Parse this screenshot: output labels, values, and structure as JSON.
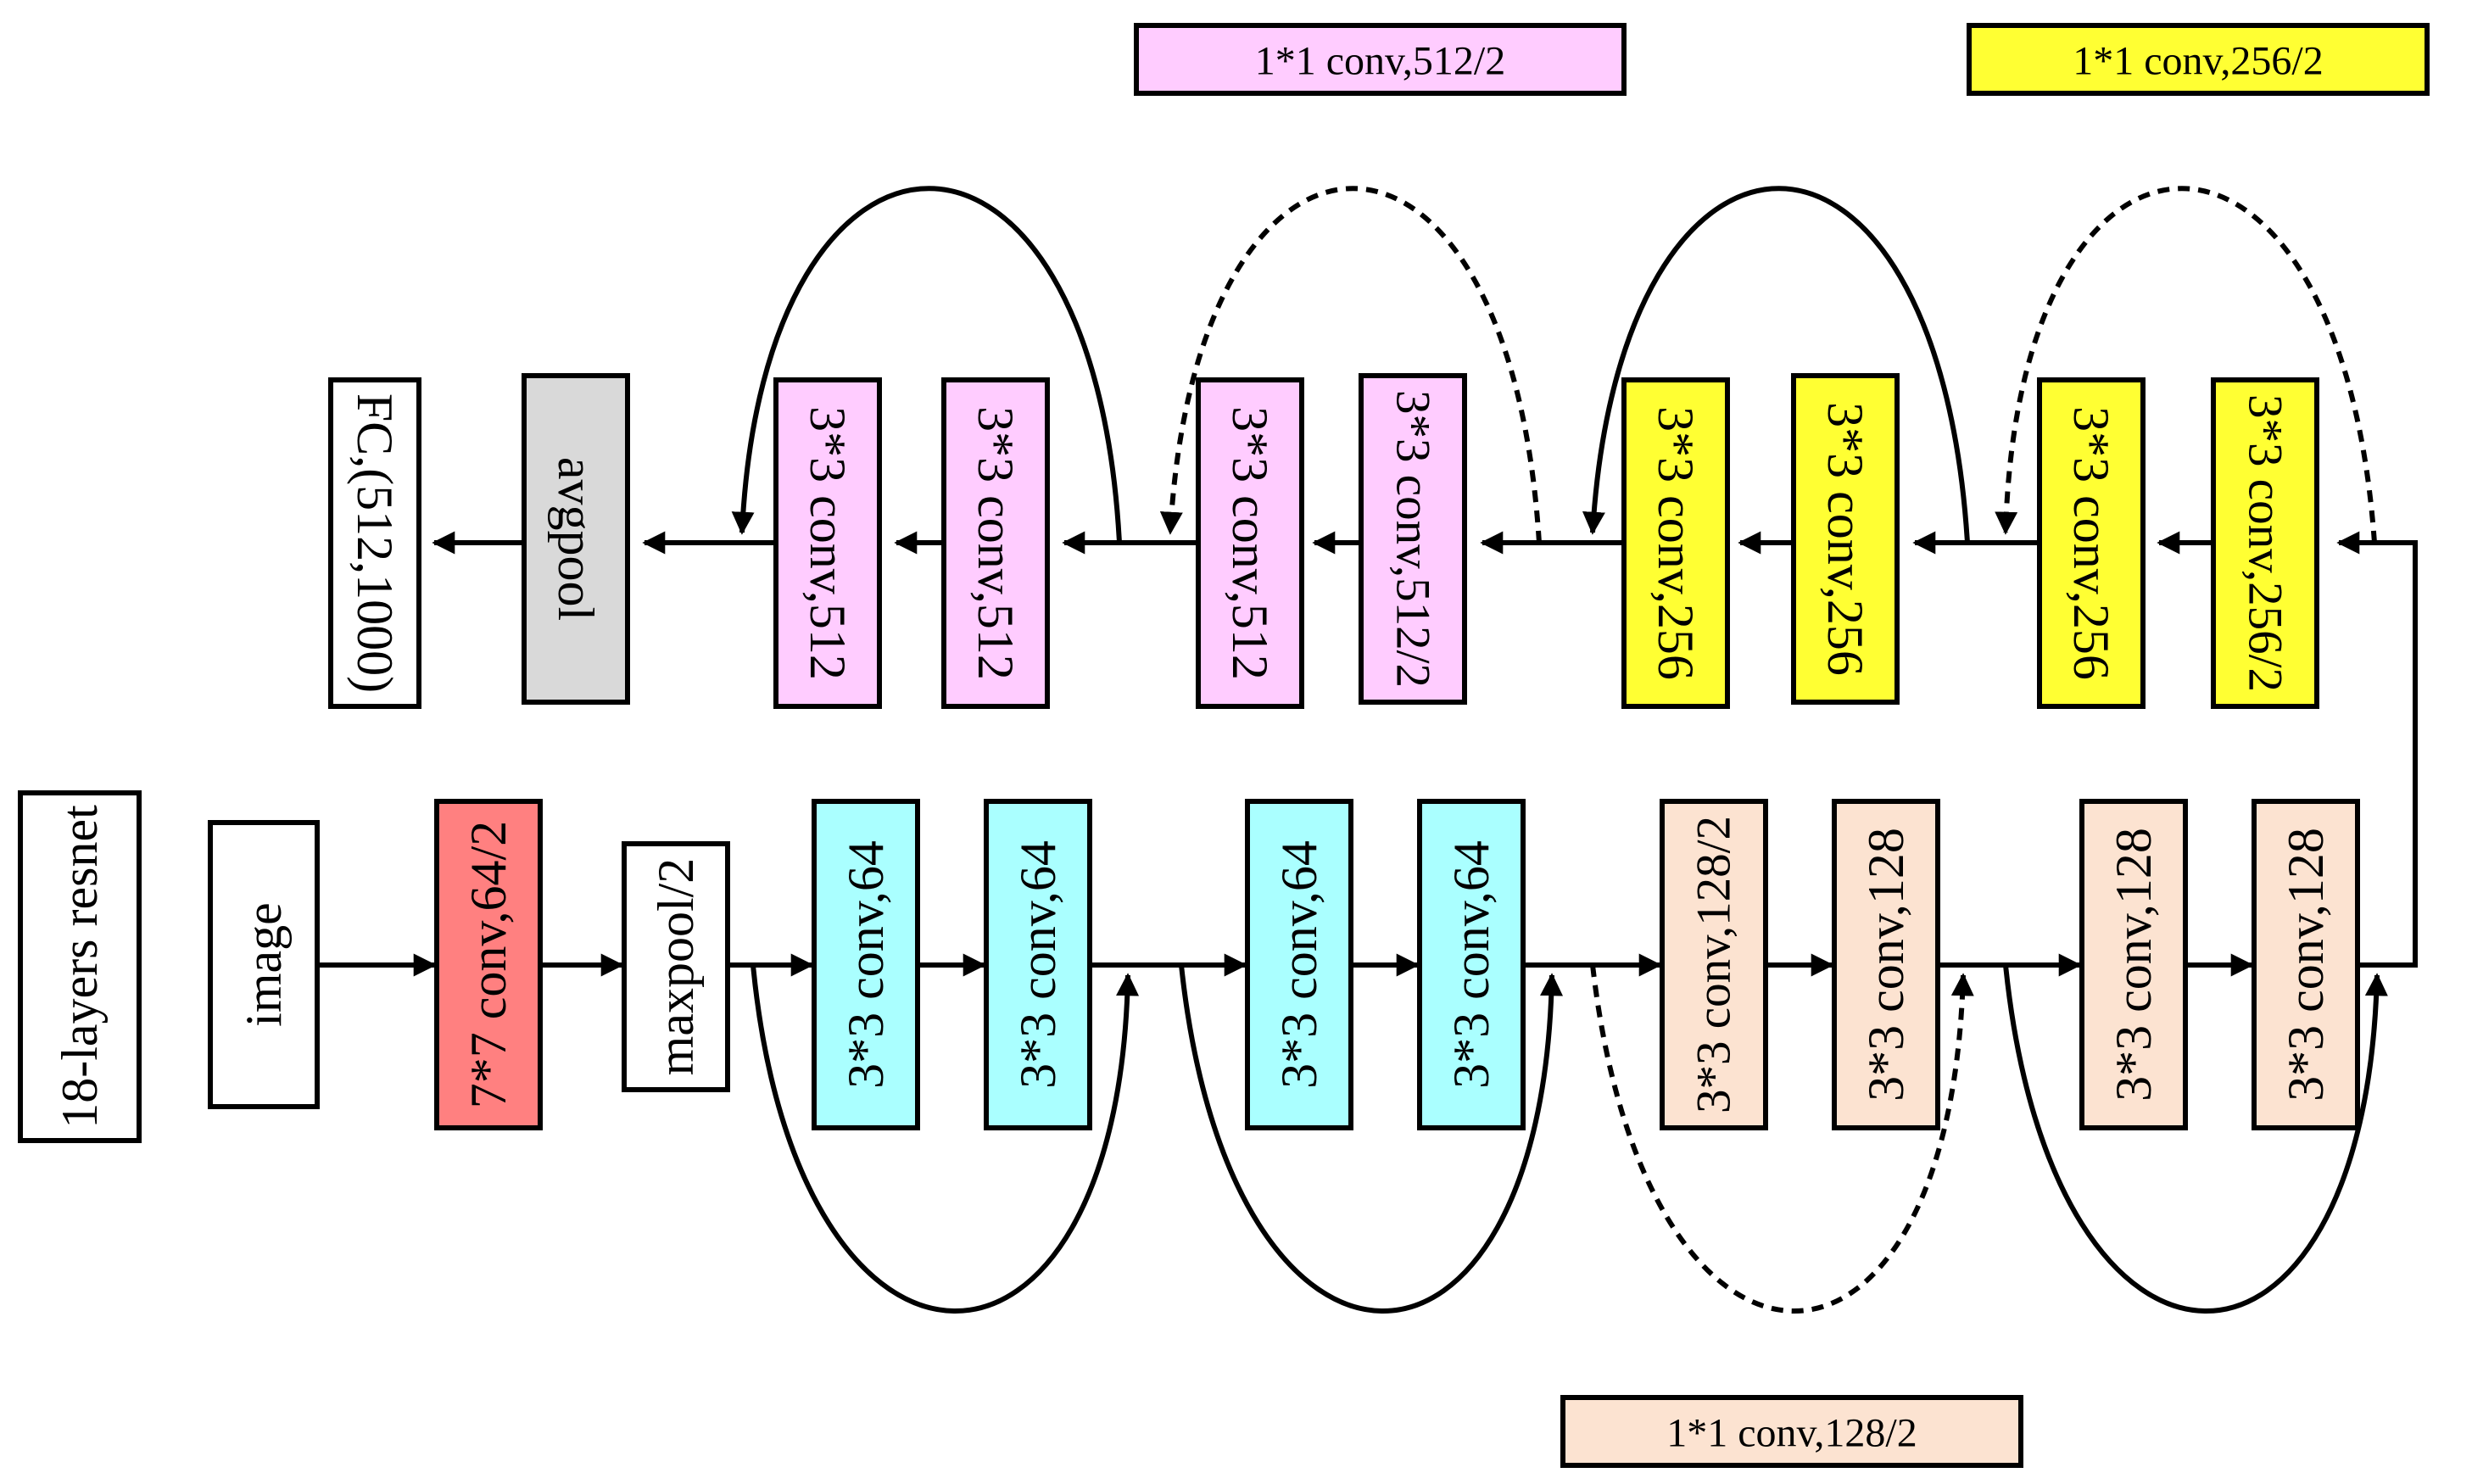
{
  "colors": {
    "cyan": "#aaffff",
    "peach": "#fce3d1",
    "pink": "#ffccff",
    "yellow": "#ffff33",
    "red": "#ff8080",
    "gray": "#d9d9d9",
    "white": "#ffffff",
    "line": "#000000"
  },
  "title_label": "18-layers resnet",
  "bottom_row": [
    {
      "id": "image",
      "label": "image",
      "color": "white"
    },
    {
      "id": "conv7",
      "label": "7*7 conv,64/2",
      "color": "red"
    },
    {
      "id": "maxpool",
      "label": "maxpool/2",
      "color": "white"
    },
    {
      "id": "c64a",
      "label": "3*3 conv,64",
      "color": "cyan"
    },
    {
      "id": "c64b",
      "label": "3*3 conv,64",
      "color": "cyan"
    },
    {
      "id": "c64c",
      "label": "3*3 conv,64",
      "color": "cyan"
    },
    {
      "id": "c64d",
      "label": "3*3 conv,64",
      "color": "cyan"
    },
    {
      "id": "c128a",
      "label": "3*3 conv,128/2",
      "color": "peach"
    },
    {
      "id": "c128b",
      "label": "3*3 conv,128",
      "color": "peach"
    },
    {
      "id": "c128c",
      "label": "3*3 conv,128",
      "color": "peach"
    },
    {
      "id": "c128d",
      "label": "3*3 conv,128",
      "color": "peach"
    }
  ],
  "top_row": [
    {
      "id": "c256a",
      "label": "3*3 conv,256/2",
      "color": "yellow"
    },
    {
      "id": "c256b",
      "label": "3*3 conv,256",
      "color": "yellow"
    },
    {
      "id": "c256c",
      "label": "3*3 conv,256",
      "color": "yellow"
    },
    {
      "id": "c256d",
      "label": "3*3 conv,256",
      "color": "yellow"
    },
    {
      "id": "c512a",
      "label": "3*3 conv,512/2",
      "color": "pink"
    },
    {
      "id": "c512b",
      "label": "3*3 conv,512",
      "color": "pink"
    },
    {
      "id": "c512c",
      "label": "3*3 conv,512",
      "color": "pink"
    },
    {
      "id": "c512d",
      "label": "3*3 conv,512",
      "color": "pink"
    },
    {
      "id": "avgpool",
      "label": "avgpool",
      "color": "gray"
    },
    {
      "id": "fc",
      "label": "FC,(512,1000)",
      "color": "white"
    }
  ],
  "shortcut_labels": {
    "s128": {
      "label": "1*1 conv,128/2",
      "color": "peach"
    },
    "s256": {
      "label": "1*1 conv,256/2",
      "color": "yellow"
    },
    "s512": {
      "label": "1*1 conv,512/2",
      "color": "pink"
    }
  }
}
